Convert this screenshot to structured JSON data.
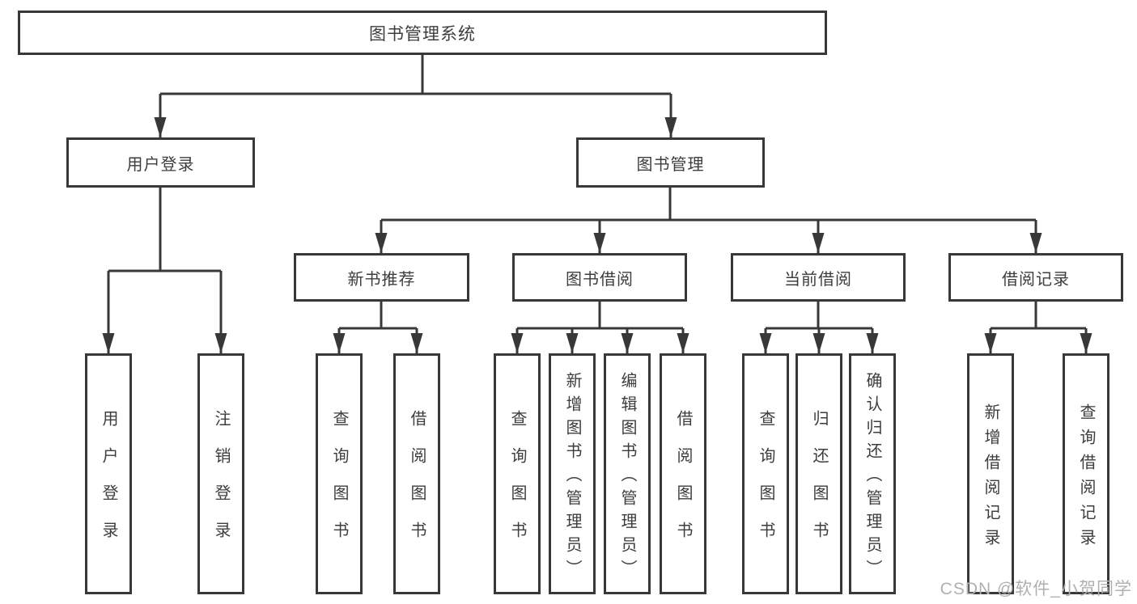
{
  "diagram": {
    "root": "图书管理系统",
    "branches": [
      {
        "label": "用户登录",
        "children": [
          "用户登录",
          "注销登录"
        ]
      },
      {
        "label": "图书管理",
        "groups": [
          {
            "label": "新书推荐",
            "children": [
              "查询图书",
              "借阅图书"
            ]
          },
          {
            "label": "图书借阅",
            "children": [
              "查询图书",
              "新增图书（管理员）",
              "编辑图书（管理员）",
              "借阅图书"
            ]
          },
          {
            "label": "当前借阅",
            "children": [
              "查询图书",
              "归还图书",
              "确认归还（管理员）"
            ]
          },
          {
            "label": "借阅记录",
            "children": [
              "新增借阅记录",
              "查询借阅记录"
            ]
          }
        ]
      }
    ]
  },
  "watermark": "CSDN @软件_小贺同学",
  "colors": {
    "line": "#383838",
    "box_border": "#383838",
    "text": "#3d3d3d",
    "watermark": "#b0b0b0",
    "background": "#ffffff"
  }
}
